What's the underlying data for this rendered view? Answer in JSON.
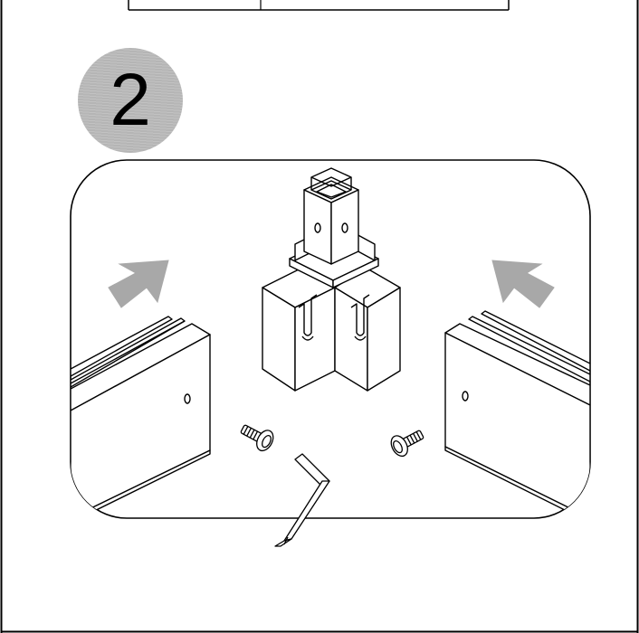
{
  "step": {
    "number": "2"
  },
  "colors": {
    "line": "#000000",
    "badge": "#b5b5b5",
    "arrow": "#a8a8a8",
    "background": "#ffffff"
  },
  "icons": {
    "left_arrow": "arrow-up-right-icon",
    "right_arrow": "arrow-up-left-icon",
    "connector": "corner-connector",
    "screw": "screw",
    "wrench": "allen-key"
  }
}
